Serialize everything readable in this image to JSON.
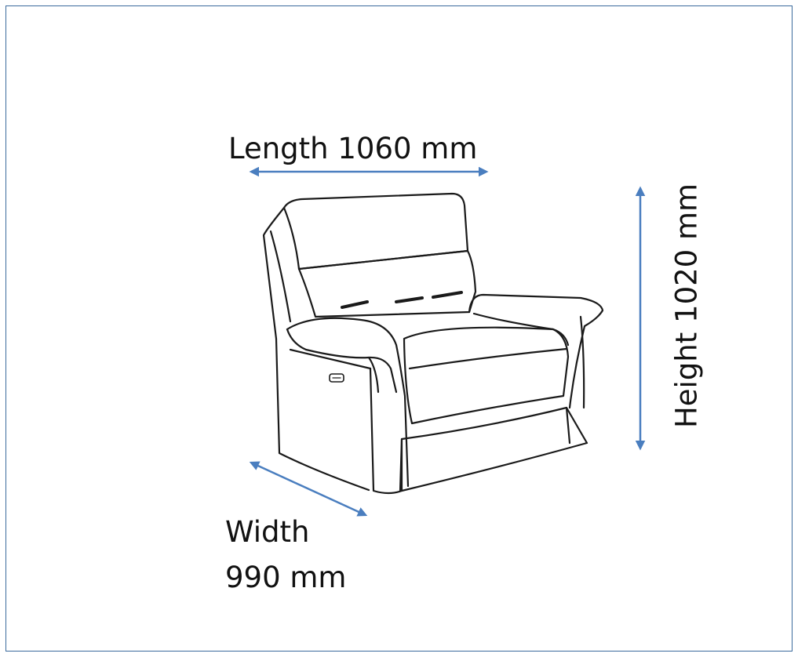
{
  "dimensions": {
    "length_label": "Length 1060 mm",
    "width_line1": "Width",
    "width_line2": "990 mm",
    "height_label": "Height 1020 mm"
  },
  "colors": {
    "arrow": "#4a7ebf",
    "frame_border": "#3b6a9c",
    "line_art": "#1a1a1a"
  }
}
